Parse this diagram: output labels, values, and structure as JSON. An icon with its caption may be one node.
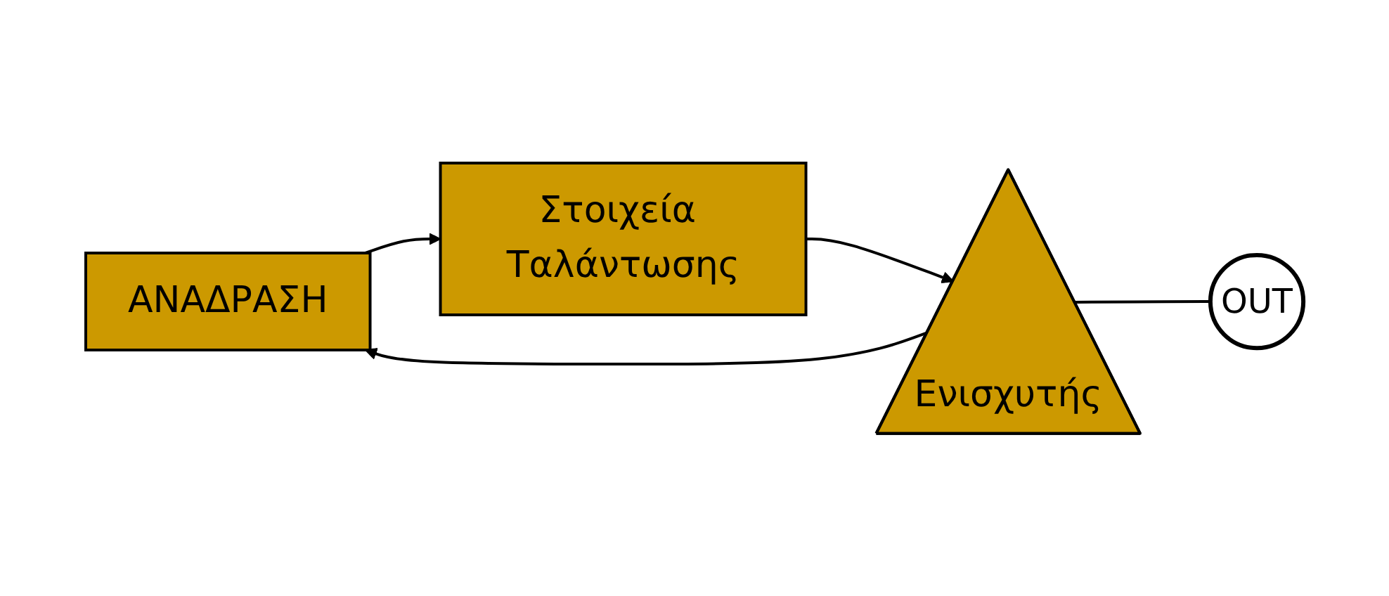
{
  "diagram": {
    "nodes": [
      {
        "text": [
          "ΑΝΑΔΡΑΣΗ"
        ]
      },
      {
        "text": [
          "Στοιχεία Ταλάντωσης"
        ]
      },
      {
        "text": [
          "Ενισχυτής"
        ]
      },
      {
        "text": [
          "OUT"
        ]
      }
    ],
    "edges": [
      {
        "from": 1,
        "to": 2,
        "arrow": "to"
      },
      {
        "from": 2,
        "to": 3,
        "arrow": "none"
      },
      {
        "from": 2,
        "to": 0,
        "arrow": "to"
      },
      {
        "from": 0,
        "to": 1,
        "arrow": "to"
      }
    ]
  }
}
